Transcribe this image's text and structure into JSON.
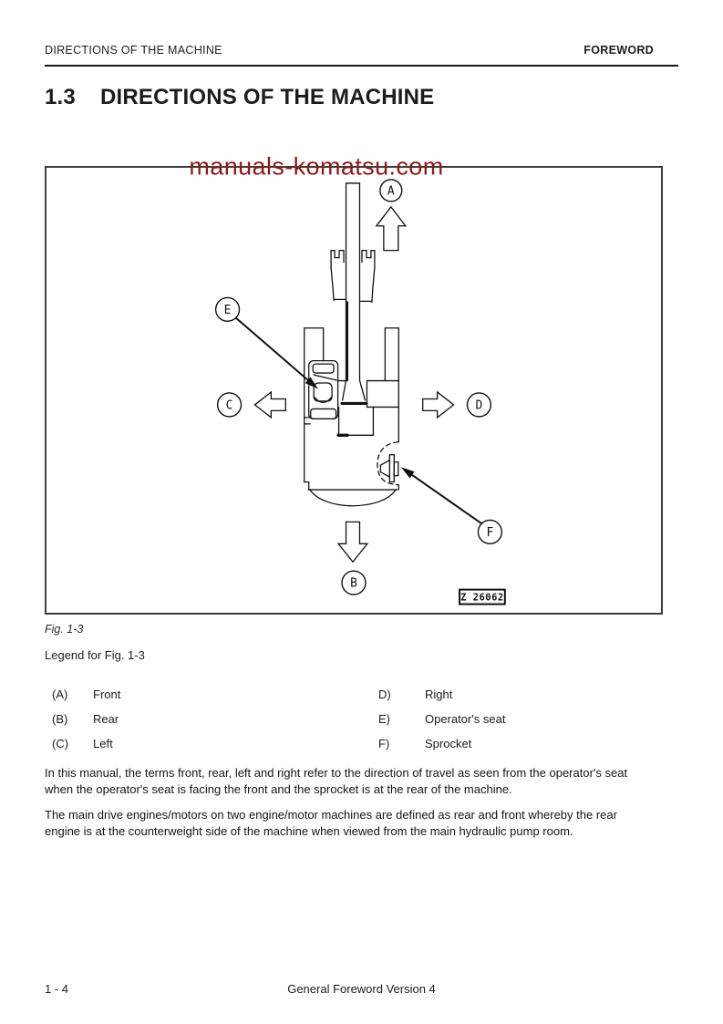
{
  "header": {
    "left": "DIRECTIONS OF THE MACHINE",
    "right": "FOREWORD"
  },
  "title": {
    "number": "1.3",
    "text": "DIRECTIONS OF THE MACHINE"
  },
  "figure": {
    "watermark": "manuals-komatsu.com",
    "drawing_code": "Z 26062",
    "caption": "Fig. 1-3",
    "labels": [
      "A",
      "B",
      "C",
      "D",
      "E",
      "F"
    ]
  },
  "legend": {
    "heading": "Legend for Fig. 1-3",
    "left": [
      {
        "key": "(A)",
        "value": "Front"
      },
      {
        "key": "(B)",
        "value": "Rear"
      },
      {
        "key": "(C)",
        "value": "Left"
      }
    ],
    "right": [
      {
        "key": "D)",
        "value": "Right"
      },
      {
        "key": "E)",
        "value": "Operator's seat"
      },
      {
        "key": "F)",
        "value": "Sprocket"
      }
    ]
  },
  "paragraphs": {
    "p1": "In this manual, the terms front, rear, left and right refer to the direction of travel as seen from the operator's seat\nwhen the operator's seat is facing the front and the sprocket is at the rear of the machine.",
    "p2": "The main drive engines/motors on two engine/motor machines are defined as rear and front whereby the rear\nengine is at the counterweight side of the machine when viewed from the main hydraulic pump room."
  },
  "footer": {
    "page_number": "1 - 4",
    "center": "General Foreword Version 4"
  },
  "colors": {
    "watermark": "#8b1a1a",
    "figure_border": "#3c3c3c",
    "ink": "#111111"
  }
}
